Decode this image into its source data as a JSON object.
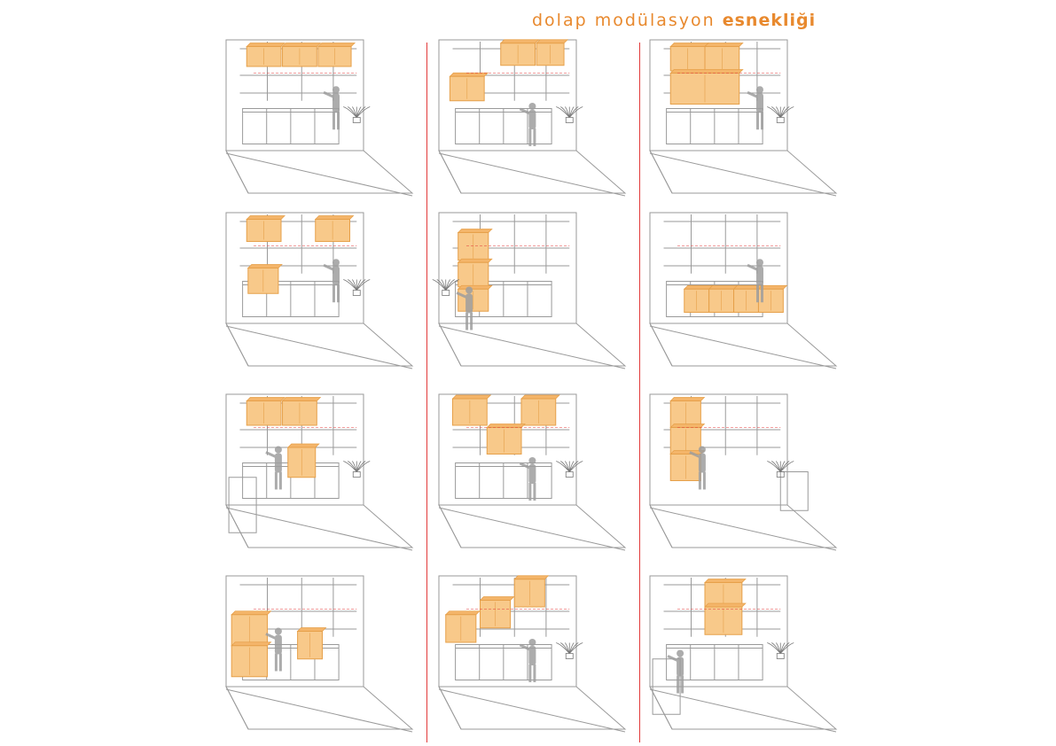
{
  "header": {
    "title_light": "dolap modülasyon",
    "title_bold": "esnekliği"
  },
  "colors": {
    "accent_title": "#e8892e",
    "cabinet_fill": "#f8c98a",
    "cabinet_stroke": "#e6a04a",
    "divider": "#e23a3a",
    "line": "#9a9a9a",
    "figure": "#9e9e9e",
    "plant": "#777777"
  },
  "grid": {
    "columns": 3,
    "rows": 4
  },
  "panels": [
    {
      "id": "c1r1",
      "cabinets": [
        [
          0.15,
          0.06,
          0.25,
          0.18
        ],
        [
          0.41,
          0.06,
          0.25,
          0.18
        ],
        [
          0.67,
          0.06,
          0.24,
          0.18
        ]
      ],
      "person": "right-wall",
      "plant": "right",
      "counter": "wall"
    },
    {
      "id": "c2r1",
      "cabinets": [
        [
          0.45,
          0.03,
          0.25,
          0.2
        ],
        [
          0.71,
          0.03,
          0.2,
          0.2
        ],
        [
          0.08,
          0.33,
          0.25,
          0.22
        ]
      ],
      "person": "right-front",
      "plant": "right",
      "counter": "wall"
    },
    {
      "id": "c3r1",
      "cabinets": [
        [
          0.15,
          0.06,
          0.25,
          0.22
        ],
        [
          0.4,
          0.06,
          0.25,
          0.22
        ],
        [
          0.15,
          0.3,
          0.5,
          0.28
        ]
      ],
      "person": "right-wall",
      "plant": "right",
      "counter": "wall"
    },
    {
      "id": "c1r2",
      "cabinets": [
        [
          0.15,
          0.06,
          0.25,
          0.2
        ],
        [
          0.65,
          0.06,
          0.25,
          0.2
        ],
        [
          0.16,
          0.5,
          0.22,
          0.23
        ]
      ],
      "person": "right-wall",
      "plant": "right",
      "counter": "wall"
    },
    {
      "id": "c2r2",
      "cabinets": [
        [
          0.14,
          0.18,
          0.22,
          0.25
        ],
        [
          0.14,
          0.45,
          0.22,
          0.22
        ],
        [
          0.14,
          0.69,
          0.22,
          0.2
        ]
      ],
      "person": "left-front",
      "plant": "left",
      "counter": "wall"
    },
    {
      "id": "c3r2",
      "cabinets": [
        [
          0.25,
          0.69,
          0.18,
          0.21
        ],
        [
          0.43,
          0.69,
          0.18,
          0.21
        ],
        [
          0.61,
          0.69,
          0.18,
          0.21
        ],
        [
          0.79,
          0.69,
          0.18,
          0.21
        ]
      ],
      "person": "right-wall",
      "plant": "none",
      "counter": "wall"
    },
    {
      "id": "c1r3",
      "cabinets": [
        [
          0.15,
          0.06,
          0.25,
          0.22
        ],
        [
          0.41,
          0.06,
          0.25,
          0.22
        ],
        [
          0.45,
          0.48,
          0.2,
          0.27
        ]
      ],
      "person": "center",
      "plant": "right",
      "counter": "L-shape"
    },
    {
      "id": "c2r3",
      "cabinets": [
        [
          0.1,
          0.04,
          0.25,
          0.24
        ],
        [
          0.6,
          0.04,
          0.25,
          0.24
        ],
        [
          0.35,
          0.3,
          0.25,
          0.24
        ]
      ],
      "person": "right-front",
      "plant": "right",
      "counter": "wall"
    },
    {
      "id": "c3r3",
      "cabinets": [
        [
          0.15,
          0.06,
          0.22,
          0.24
        ],
        [
          0.15,
          0.3,
          0.22,
          0.24
        ],
        [
          0.15,
          0.54,
          0.22,
          0.24
        ]
      ],
      "person": "center",
      "plant": "right",
      "counter": "island"
    },
    {
      "id": "c1r4",
      "cabinets": [
        [
          0.04,
          0.35,
          0.26,
          0.28
        ],
        [
          0.04,
          0.63,
          0.26,
          0.28
        ],
        [
          0.52,
          0.5,
          0.18,
          0.25
        ]
      ],
      "person": "center",
      "plant": "none",
      "counter": "wall"
    },
    {
      "id": "c2r4",
      "cabinets": [
        [
          0.05,
          0.35,
          0.22,
          0.25
        ],
        [
          0.3,
          0.22,
          0.22,
          0.25
        ],
        [
          0.55,
          0.03,
          0.22,
          0.25
        ]
      ],
      "person": "right-front",
      "plant": "right",
      "counter": "wall"
    },
    {
      "id": "c3r4",
      "cabinets": [
        [
          0.4,
          0.06,
          0.27,
          0.22
        ],
        [
          0.4,
          0.28,
          0.27,
          0.25
        ]
      ],
      "person": "left-front",
      "plant": "right",
      "counter": "L-shape"
    }
  ]
}
